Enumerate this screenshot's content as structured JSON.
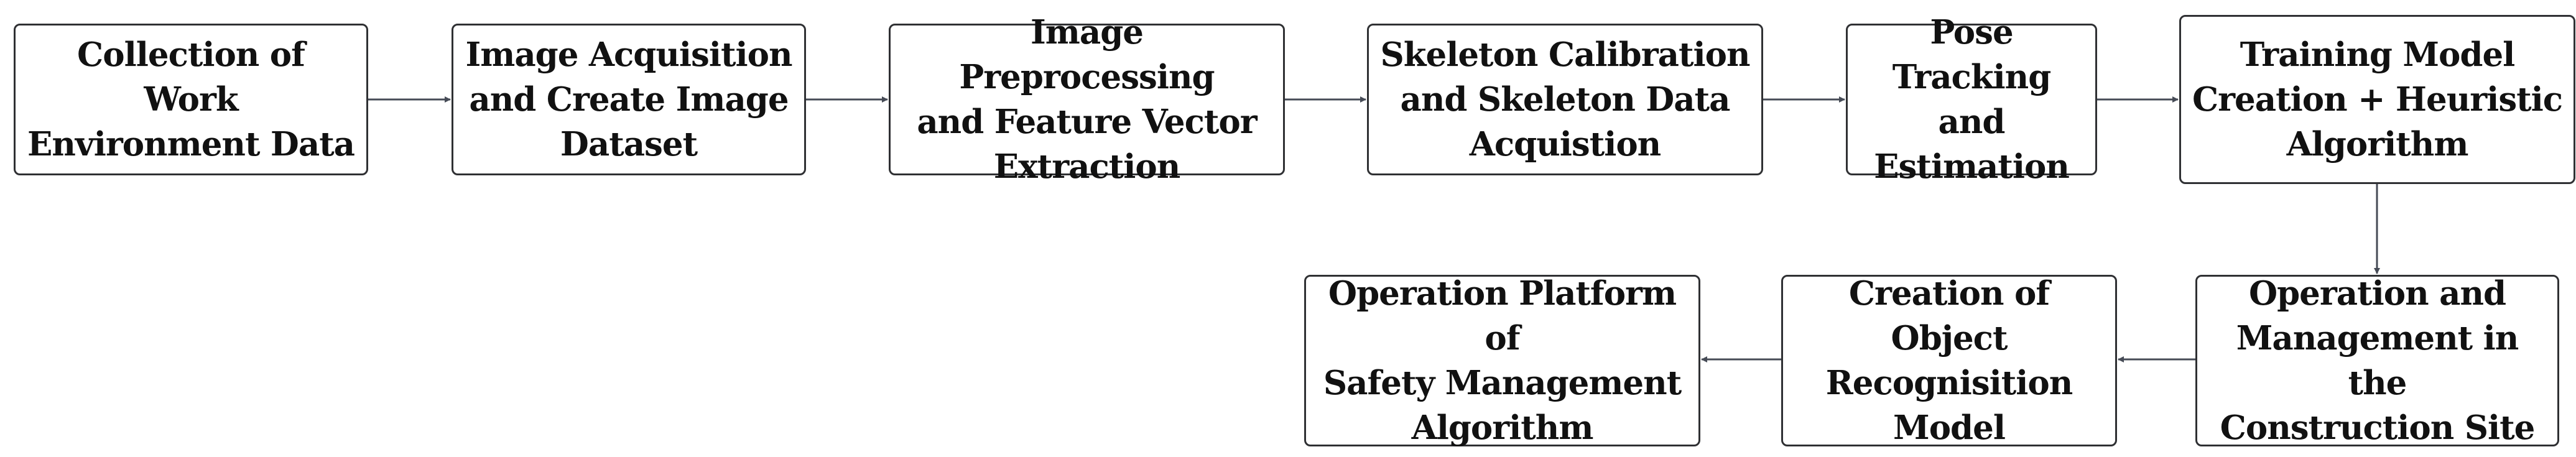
{
  "colors": {
    "box_border": "#2f3033",
    "arrow": "#464b56",
    "text": "#111111",
    "background": "#ffffff"
  },
  "nodes": {
    "collection": [
      "Collection of Work",
      "Environment Data"
    ],
    "image_acquisition": [
      "Image Acquisition",
      "and Create Image",
      "Dataset"
    ],
    "preprocessing": [
      "Image Preprocessing",
      "and Feature Vector",
      "Extraction"
    ],
    "skeleton": [
      "Skeleton Calibration",
      "and Skeleton Data",
      "Acquistion"
    ],
    "pose": [
      "Pose",
      "Tracking and",
      "Estimation"
    ],
    "training": [
      "Training Model",
      "Creation + Heuristic",
      "Algorithm"
    ],
    "operation_management": [
      "Operation and",
      "Management in the",
      "Construction Site"
    ],
    "object_recognition": [
      "Creation of Object",
      "Recognisition",
      "Model"
    ],
    "platform": [
      "Operation Platform of",
      "Safety Management",
      "Algorithm"
    ]
  },
  "edges": [
    {
      "from": "collection",
      "to": "image_acquisition"
    },
    {
      "from": "image_acquisition",
      "to": "preprocessing"
    },
    {
      "from": "preprocessing",
      "to": "skeleton"
    },
    {
      "from": "skeleton",
      "to": "pose"
    },
    {
      "from": "pose",
      "to": "training"
    },
    {
      "from": "training",
      "to": "operation_management"
    },
    {
      "from": "operation_management",
      "to": "object_recognition"
    },
    {
      "from": "object_recognition",
      "to": "platform"
    }
  ]
}
